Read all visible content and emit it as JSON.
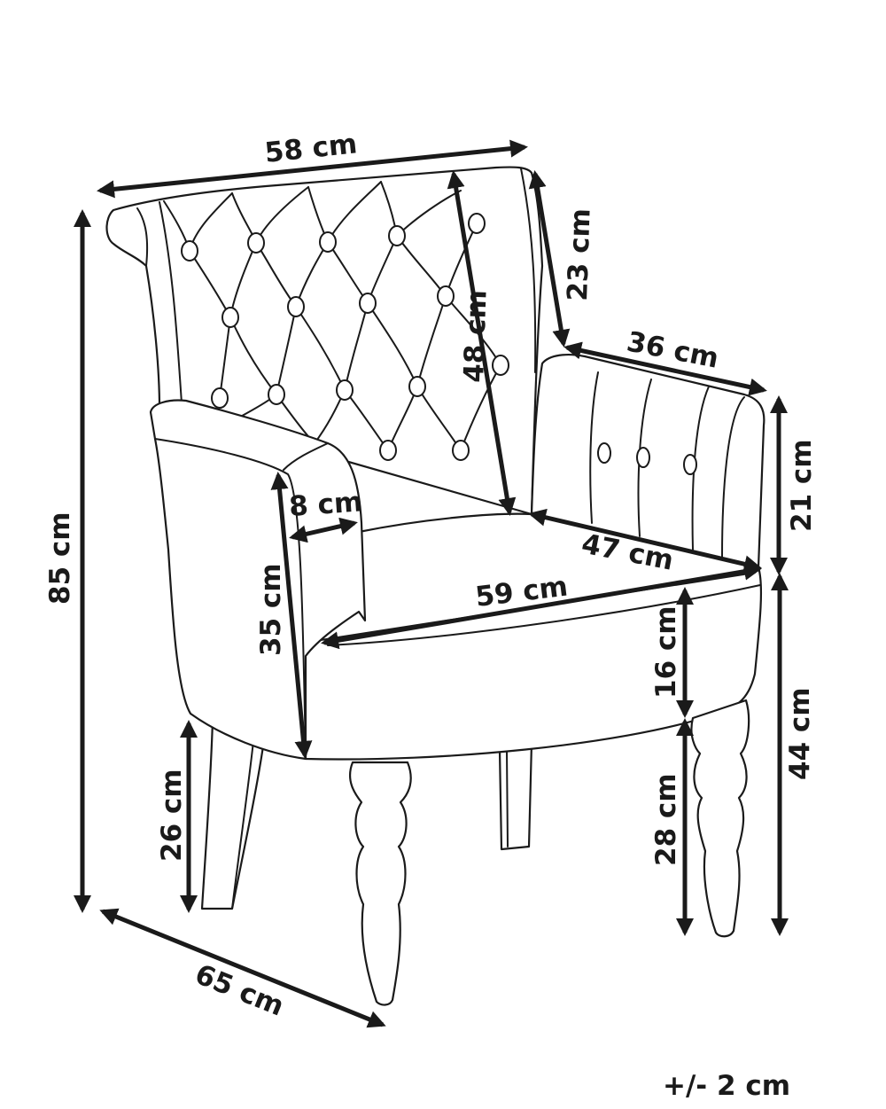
{
  "dimensions": {
    "width_top": "58 cm",
    "back_height": "48 cm",
    "backrest_to_arm": "23 cm",
    "arm_length": "36 cm",
    "arm_height": "21 cm",
    "total_height": "85 cm",
    "arm_width": "8 cm",
    "seat_depth": "47 cm",
    "seat_width": "59 cm",
    "arm_front_height": "35 cm",
    "seat_cushion": "16 cm",
    "seat_height": "44 cm",
    "rear_leg": "26 cm",
    "front_leg": "28 cm",
    "depth": "65 cm"
  },
  "tolerance": "+/- 2 cm"
}
